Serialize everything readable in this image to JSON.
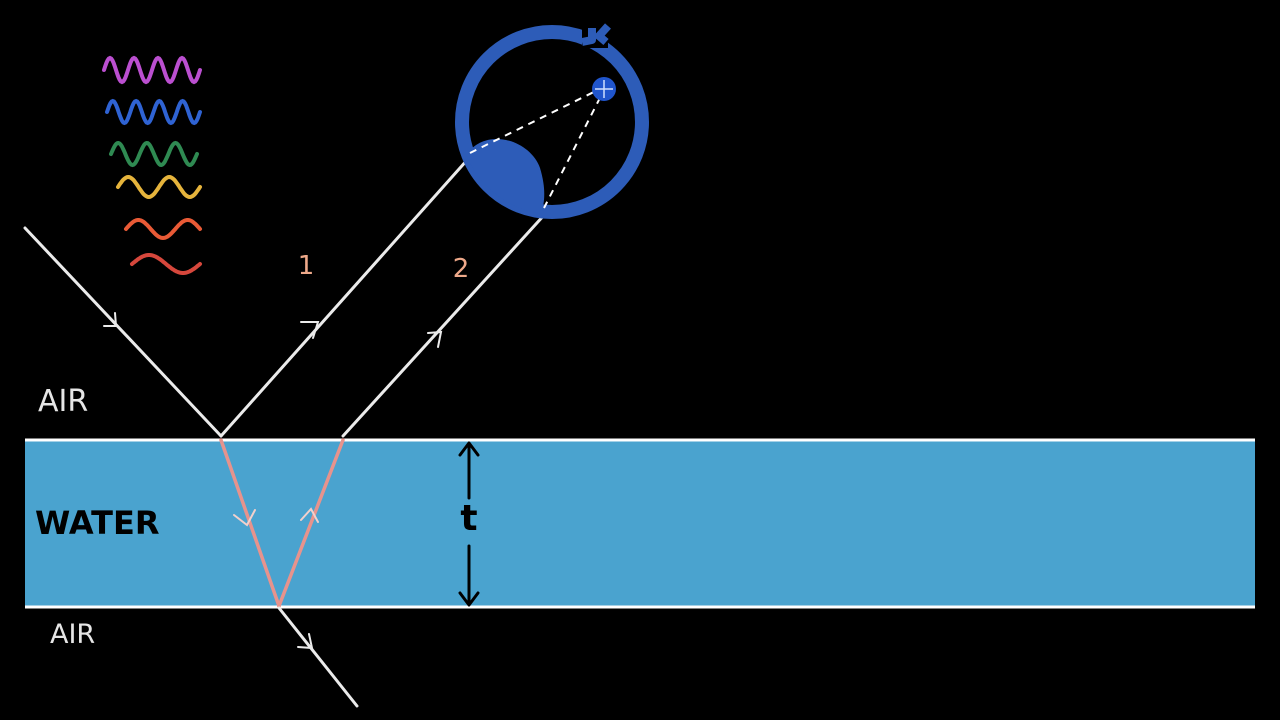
{
  "labels": {
    "air_top": "AIR",
    "water": "WATER",
    "air_bottom": "AIR",
    "thickness": "t",
    "ray_1": "1",
    "ray_2": "2"
  },
  "colors": {
    "background": "#000000",
    "water": "#4aa3cf",
    "eye": "#2d5cb8",
    "ray": "#ebebeb",
    "refracted_ray": "#e7938d",
    "ray_number": "#eea98a"
  },
  "wave_legend": [
    {
      "color": "#bb4fd0",
      "name": "violet"
    },
    {
      "color": "#2f63d3",
      "name": "blue"
    },
    {
      "color": "#2f8a52",
      "name": "green"
    },
    {
      "color": "#e6b43c",
      "name": "yellow"
    },
    {
      "color": "#e95a36",
      "name": "orange"
    },
    {
      "color": "#d6473c",
      "name": "red"
    }
  ],
  "icons": [
    "eye-icon",
    "wave-icon",
    "arrow-icon"
  ]
}
